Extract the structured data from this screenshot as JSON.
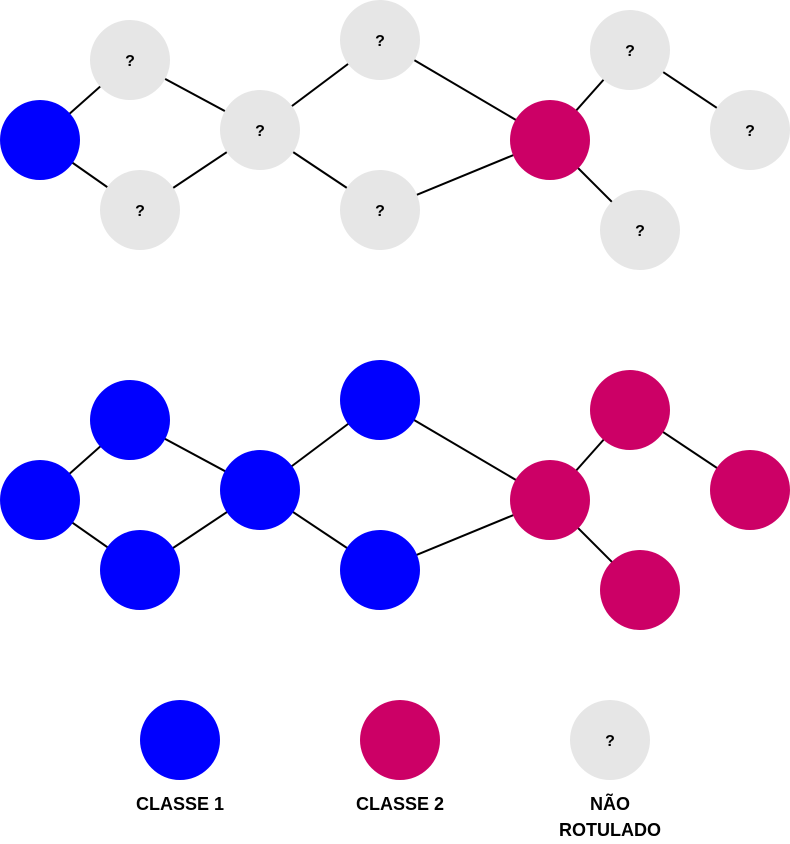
{
  "colors": {
    "class1": "#0000FF",
    "class2": "#CC0066",
    "unlabeled": "#E6E6E6",
    "edge": "#000000"
  },
  "unlabeled_mark": "?",
  "graphs": [
    {
      "name": "before-propagation",
      "nodes": [
        {
          "id": "a",
          "class": "class1"
        },
        {
          "id": "b",
          "class": "unlabeled"
        },
        {
          "id": "c",
          "class": "unlabeled"
        },
        {
          "id": "d",
          "class": "unlabeled"
        },
        {
          "id": "e",
          "class": "unlabeled"
        },
        {
          "id": "f",
          "class": "unlabeled"
        },
        {
          "id": "g",
          "class": "class2"
        },
        {
          "id": "h",
          "class": "unlabeled"
        },
        {
          "id": "i",
          "class": "unlabeled"
        },
        {
          "id": "j",
          "class": "unlabeled"
        }
      ]
    },
    {
      "name": "after-propagation",
      "nodes": [
        {
          "id": "a",
          "class": "class1"
        },
        {
          "id": "b",
          "class": "class1"
        },
        {
          "id": "c",
          "class": "class1"
        },
        {
          "id": "d",
          "class": "class1"
        },
        {
          "id": "e",
          "class": "class1"
        },
        {
          "id": "f",
          "class": "class1"
        },
        {
          "id": "g",
          "class": "class2"
        },
        {
          "id": "h",
          "class": "class2"
        },
        {
          "id": "i",
          "class": "class2"
        },
        {
          "id": "j",
          "class": "class2"
        }
      ]
    }
  ],
  "edges": [
    [
      "a",
      "b"
    ],
    [
      "a",
      "c"
    ],
    [
      "b",
      "d"
    ],
    [
      "c",
      "d"
    ],
    [
      "d",
      "e"
    ],
    [
      "d",
      "f"
    ],
    [
      "e",
      "g"
    ],
    [
      "f",
      "g"
    ],
    [
      "g",
      "h"
    ],
    [
      "g",
      "j"
    ],
    [
      "h",
      "i"
    ]
  ],
  "legend": {
    "class1": "CLASSE 1",
    "class2": "CLASSE 2",
    "unlabeled_line1": "NÃO",
    "unlabeled_line2": "ROTULADO"
  }
}
